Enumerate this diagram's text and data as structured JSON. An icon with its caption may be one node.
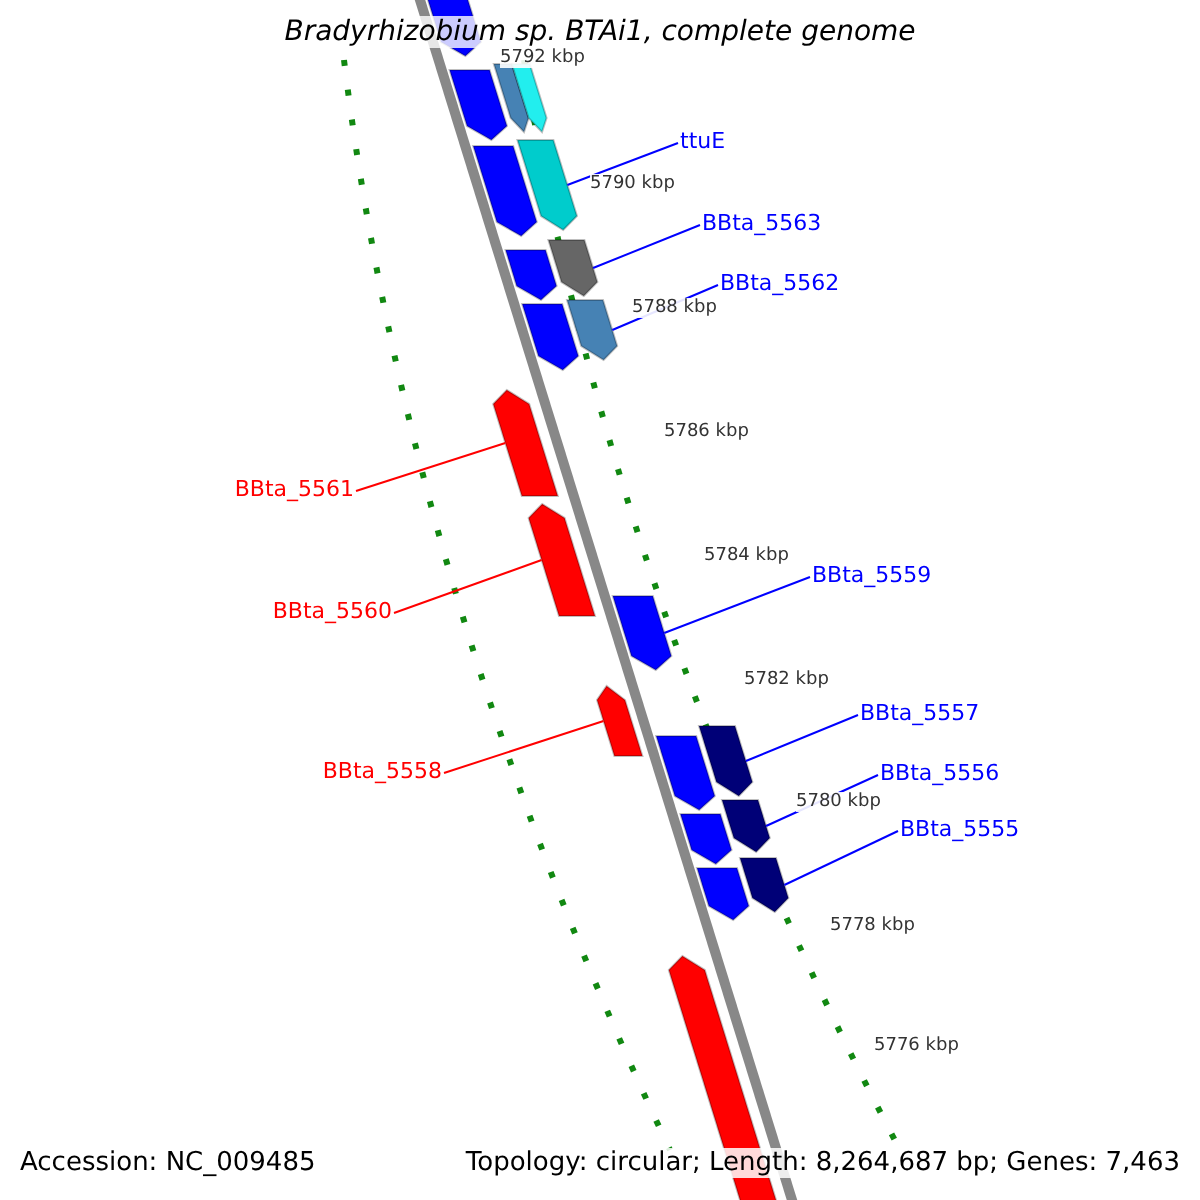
{
  "diagram": {
    "title": "Bradyrhizobium sp. BTAi1, complete genome",
    "nodes": [
      {
        "text": [
          "ttuE"
        ]
      },
      {
        "text": [
          "BBta_5563"
        ]
      },
      {
        "text": [
          "BBta_5562"
        ]
      },
      {
        "text": [
          "BBta_5561"
        ]
      },
      {
        "text": [
          "BBta_5559"
        ]
      },
      {
        "text": [
          "BBta_5560"
        ]
      },
      {
        "text": [
          "BBta_5557"
        ]
      },
      {
        "text": [
          "BBta_5558"
        ]
      },
      {
        "text": [
          "BBta_5556"
        ]
      },
      {
        "text": [
          "BBta_5555"
        ]
      },
      {
        "text": [],
        "shape": "arrow"
      },
      {
        "text": [],
        "shape": "arrow"
      },
      {
        "text": [],
        "shape": "arrow"
      },
      {
        "text": [],
        "shape": "arrow"
      },
      {
        "text": [],
        "shape": "arrow"
      },
      {
        "text": [],
        "shape": "arrow"
      },
      {
        "text": [],
        "shape": "arrow"
      },
      {
        "text": [],
        "shape": "arrow"
      },
      {
        "text": [],
        "shape": "arrow"
      },
      {
        "text": [],
        "shape": "arrow"
      },
      {
        "text": [],
        "shape": "arrow"
      },
      {
        "text": [],
        "shape": "arrow"
      },
      {
        "text": [],
        "shape": "arrow"
      },
      {
        "text": [],
        "shape": "arrow"
      },
      {
        "text": [],
        "shape": "arrow"
      },
      {
        "text": [],
        "shape": "arrow"
      },
      {
        "text": [],
        "shape": "arrow"
      },
      {
        "text": [],
        "shape": "arrow"
      },
      {
        "text": [],
        "shape": "arrow"
      },
      {
        "text": [],
        "shape": "arrow"
      },
      {
        "text": [],
        "shape": "arrow"
      }
    ],
    "edges": [
      {
        "from": 0,
        "to": 14,
        "arrow": "none"
      },
      {
        "from": 1,
        "to": 16,
        "arrow": "none"
      },
      {
        "from": 2,
        "to": 18,
        "arrow": "none"
      },
      {
        "from": 3,
        "to": 20,
        "arrow": "none",
        "color": "#ff0000"
      },
      {
        "from": 4,
        "to": 22,
        "arrow": "none"
      },
      {
        "from": 5,
        "to": 21,
        "arrow": "none",
        "color": "#ff0000"
      },
      {
        "from": 6,
        "to": 24,
        "arrow": "none"
      },
      {
        "from": 7,
        "to": 23,
        "arrow": "none",
        "color": "#ff0000"
      },
      {
        "from": 8,
        "to": 26,
        "arrow": "none"
      },
      {
        "from": 9,
        "to": 28,
        "arrow": "none"
      }
    ],
    "labels": [
      "5792 kbp",
      "5790 kbp",
      "5788 kbp",
      "5786 kbp",
      "5784 kbp",
      "5782 kbp",
      "5780 kbp",
      "5778 kbp",
      "5776 kbp",
      "Accession: NC_009485",
      "Topology: circular; Length: 8,264,687 bp; Genes: 7,463"
    ]
  }
}
